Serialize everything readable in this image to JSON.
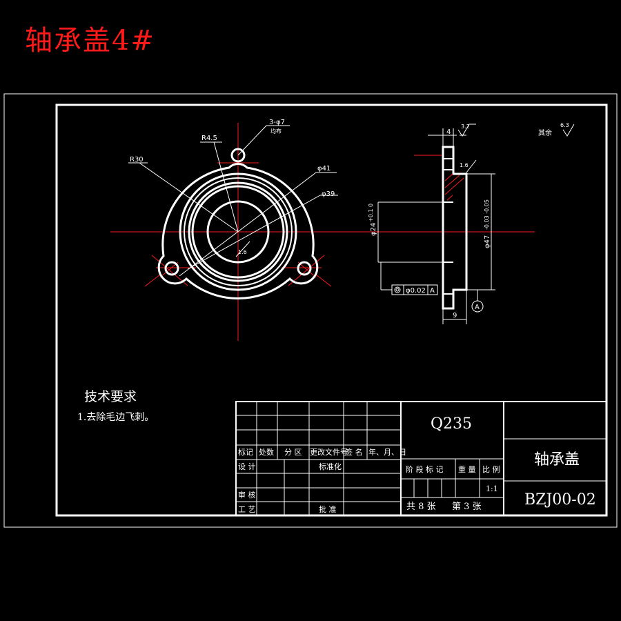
{
  "header": {
    "title": "轴承盖4#"
  },
  "technical_requirements": {
    "heading": "技术要求",
    "items": [
      "1.去除毛边飞刺。"
    ]
  },
  "front_view": {
    "dims": {
      "r45": "R4.5",
      "holes": "3-φ7",
      "holes_note": "均布",
      "r30": "R30",
      "d41": "φ41",
      "d39": "φ39",
      "rough": "1.6"
    }
  },
  "side_view": {
    "dims": {
      "w4": "4",
      "rough_32": "3.2",
      "rough_16": "1.6",
      "d24": "φ24",
      "d24_tol": "+0.1  0",
      "d47": "φ47",
      "d47_tol": "-0.03 -0.05",
      "w9": "9",
      "tolerance_value": "φ0.02",
      "datum": "A"
    }
  },
  "surface_note": {
    "label": "其余",
    "value": "6.3"
  },
  "title_block": {
    "material": "Q235",
    "part_name": "轴承盖",
    "drawing_no": "BZJ00-02",
    "row_headers": [
      "标记",
      "处数",
      "分 区",
      "更改文件号",
      "签 名",
      "年、月、日"
    ],
    "design": "设 计",
    "standardize": "标准化",
    "review": "审 核",
    "process": "工 艺",
    "approve": "批 准",
    "stage_label": "阶 段 标 记",
    "weight_label": "重 量",
    "scale_label": "比 例",
    "scale_value": "1:1",
    "total": "共 8 张",
    "sheet": "第 3 张"
  },
  "colors": {
    "line": "#ffffff",
    "center": "#ff1a1a",
    "title": "#ff1a1a",
    "background": "#000000"
  }
}
